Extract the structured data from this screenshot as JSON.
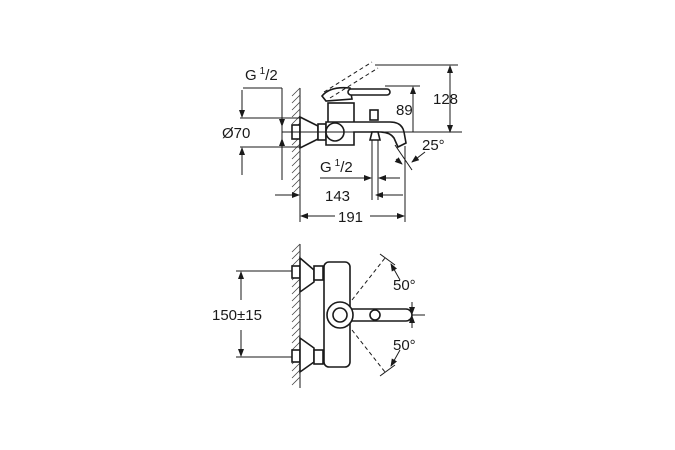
{
  "side_view": {
    "thread_top": {
      "main": "G",
      "sup": "1",
      "sub": "/2"
    },
    "diameter": "Ø70",
    "thread_bottom": {
      "main": "G",
      "sup": "1",
      "sub": "/2"
    },
    "dim_143": "143",
    "dim_191": "191",
    "dim_89": "89",
    "dim_128": "128",
    "angle": "25°"
  },
  "front_view": {
    "dim_150": "150±15",
    "angle_top": "50°",
    "angle_bottom": "50°"
  }
}
